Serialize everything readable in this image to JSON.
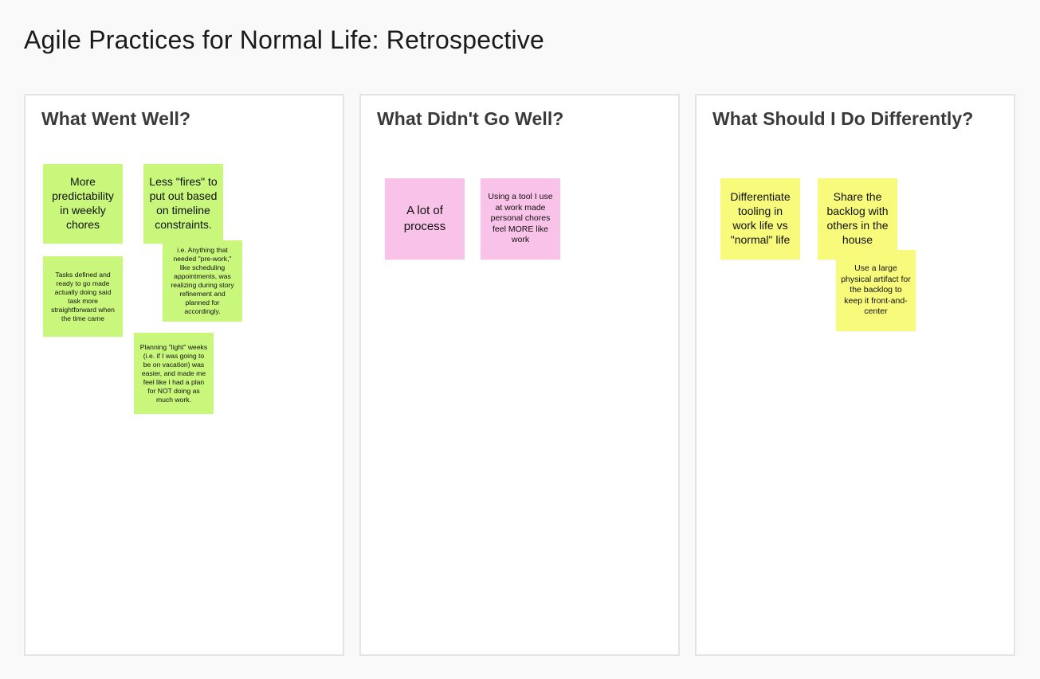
{
  "board": {
    "title": "Agile Practices for Normal Life: Retrospective"
  },
  "columns": [
    {
      "title": "What Went Well?",
      "notes": [
        {
          "text": "More predictability in weekly chores",
          "color": "#c8f77c"
        },
        {
          "text": "Less \"fires\" to put out based on timeline constraints.",
          "color": "#c8f77c"
        },
        {
          "text": "i.e. Anything that needed \"pre-work,\" like scheduling appointments, was realizing during story refinement and planned for accordingly.",
          "color": "#c8f77c"
        },
        {
          "text": "Tasks defined and ready to go made actually doing said task more straightforward when the time came",
          "color": "#c8f77c"
        },
        {
          "text": "Planning \"light\" weeks (i.e. if I was going to be on vacation) was easier, and made me feel like I had a plan for NOT doing as much work.",
          "color": "#c8f77c"
        }
      ]
    },
    {
      "title": "What Didn't Go Well?",
      "notes": [
        {
          "text": "A lot of process",
          "color": "#f9c2e8"
        },
        {
          "text": "Using a tool I use at work made personal chores feel MORE like work",
          "color": "#f9c2e8"
        }
      ]
    },
    {
      "title": "What Should I Do Differently?",
      "notes": [
        {
          "text": "Differentiate tooling in work life vs \"normal\" life",
          "color": "#f8fa7b"
        },
        {
          "text": "Share the backlog with others in the house",
          "color": "#f8fa7b"
        },
        {
          "text": "Use a large physical artifact for the backlog to keep it front-and-center",
          "color": "#f8fa7b"
        }
      ]
    }
  ]
}
